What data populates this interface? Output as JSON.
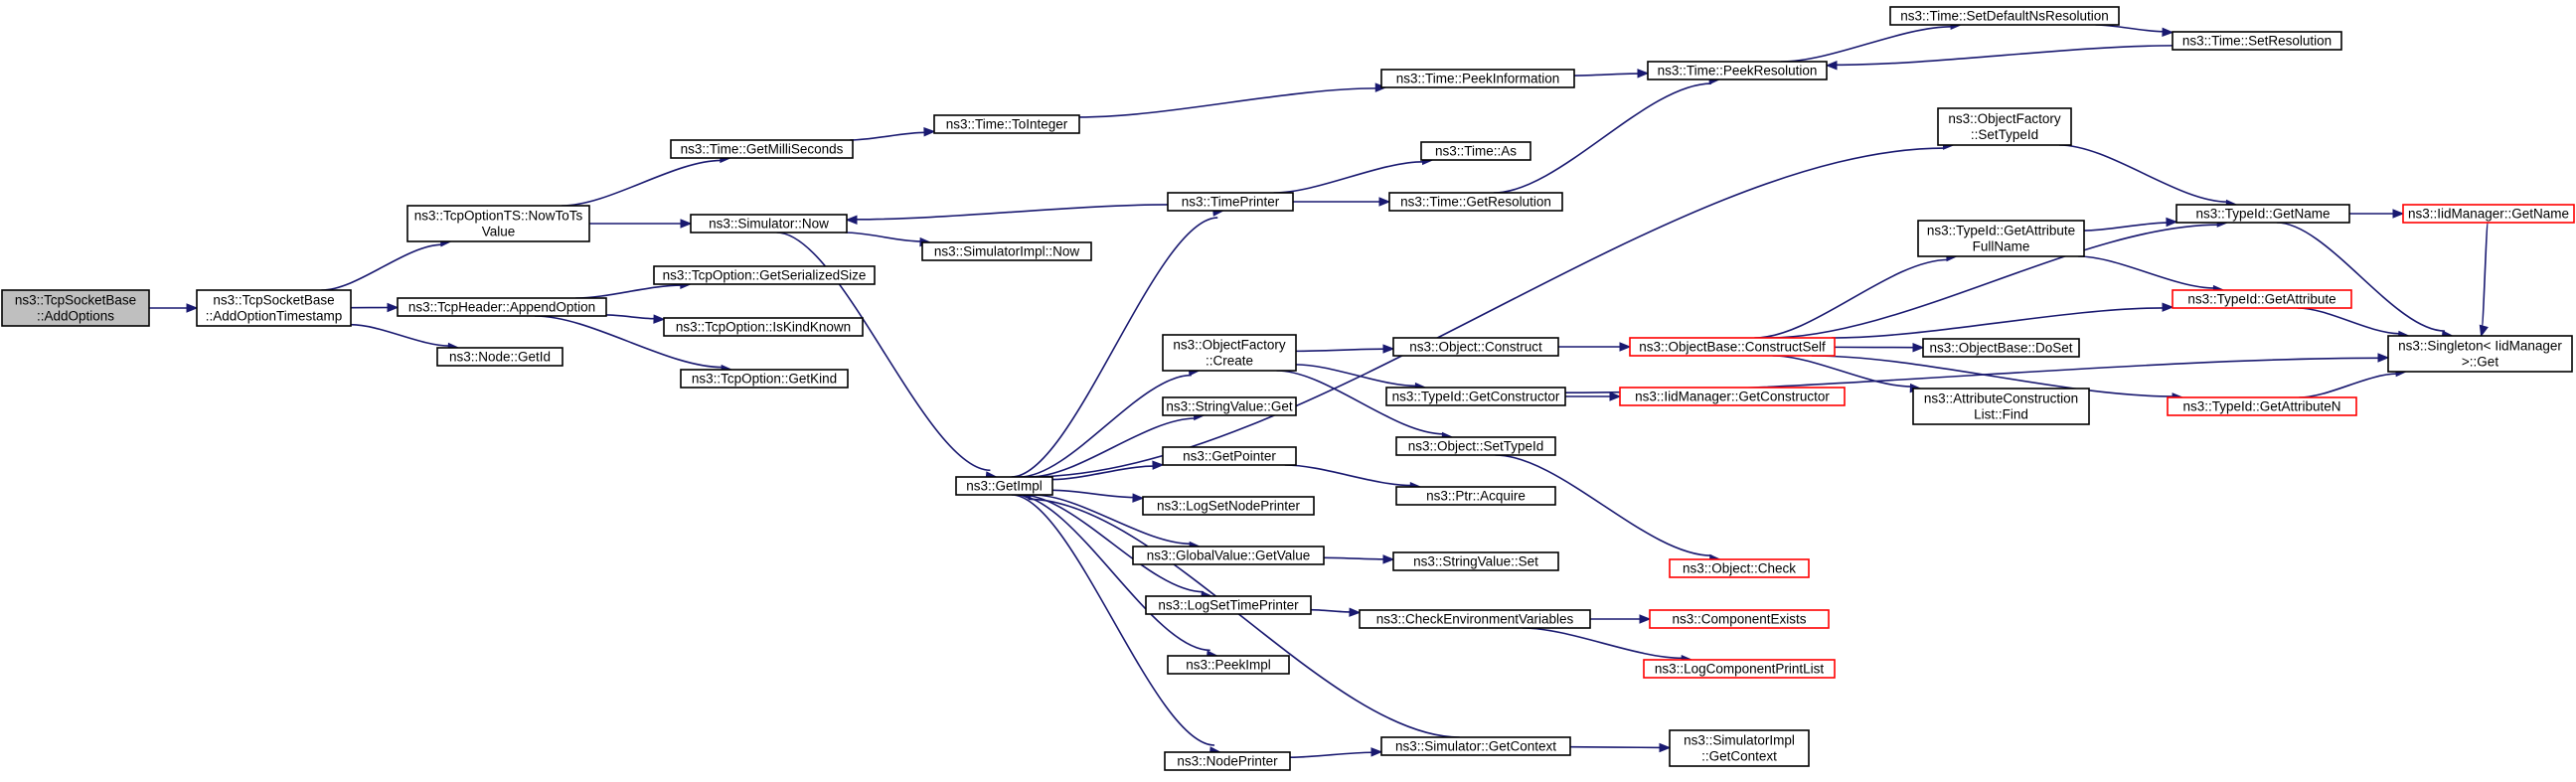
{
  "title": "",
  "nodes": {
    "root": {
      "lines": [
        "ns3::TcpSocketBase",
        "::AddOptions"
      ],
      "highlighted": true
    },
    "addOptTs": {
      "lines": [
        "ns3::TcpSocketBase",
        "::AddOptionTimestamp"
      ]
    },
    "nowToTs": {
      "lines": [
        "ns3::TcpOptionTS::NowToTs",
        "Value"
      ]
    },
    "appendOpt": {
      "lines": [
        "ns3::TcpHeader::AppendOption"
      ]
    },
    "nodeGetId": {
      "lines": [
        "ns3::Node::GetId"
      ]
    },
    "getMilli": {
      "lines": [
        "ns3::Time::GetMilliSeconds"
      ]
    },
    "simNow": {
      "lines": [
        "ns3::Simulator::Now"
      ]
    },
    "getSerSize": {
      "lines": [
        "ns3::TcpOption::GetSerializedSize"
      ]
    },
    "isKindKnown": {
      "lines": [
        "ns3::TcpOption::IsKindKnown"
      ]
    },
    "getKind": {
      "lines": [
        "ns3::TcpOption::GetKind"
      ]
    },
    "toInteger": {
      "lines": [
        "ns3::Time::ToInteger"
      ]
    },
    "simImplNow": {
      "lines": [
        "ns3::SimulatorImpl::Now"
      ]
    },
    "getImpl": {
      "lines": [
        "ns3::GetImpl"
      ]
    },
    "peekInfo": {
      "lines": [
        "ns3::Time::PeekInformation"
      ]
    },
    "peekRes": {
      "lines": [
        "ns3::Time::PeekResolution"
      ]
    },
    "setDefNs": {
      "lines": [
        "ns3::Time::SetDefaultNsResolution"
      ]
    },
    "setRes": {
      "lines": [
        "ns3::Time::SetResolution"
      ]
    },
    "timePrinter": {
      "lines": [
        "ns3::TimePrinter"
      ]
    },
    "timeAs": {
      "lines": [
        "ns3::Time::As"
      ]
    },
    "getRes": {
      "lines": [
        "ns3::Time::GetResolution"
      ]
    },
    "ofSetTypeId": {
      "lines": [
        "ns3::ObjectFactory",
        "::SetTypeId"
      ]
    },
    "ofCreate": {
      "lines": [
        "ns3::ObjectFactory",
        "::Create"
      ]
    },
    "strGet": {
      "lines": [
        "ns3::StringValue::Get"
      ]
    },
    "getPointer": {
      "lines": [
        "ns3::GetPointer"
      ]
    },
    "logSetNode": {
      "lines": [
        "ns3::LogSetNodePrinter"
      ]
    },
    "gvGetValue": {
      "lines": [
        "ns3::GlobalValue::GetValue"
      ]
    },
    "logSetTime": {
      "lines": [
        "ns3::LogSetTimePrinter"
      ]
    },
    "peekImpl": {
      "lines": [
        "ns3::PeekImpl"
      ]
    },
    "nodePrinter": {
      "lines": [
        "ns3::NodePrinter"
      ]
    },
    "objConstruct": {
      "lines": [
        "ns3::Object::Construct"
      ]
    },
    "tidGetCtor": {
      "lines": [
        "ns3::TypeId::GetConstructor"
      ]
    },
    "objSetTid": {
      "lines": [
        "ns3::Object::SetTypeId"
      ]
    },
    "ptrAcquire": {
      "lines": [
        "ns3::Ptr::Acquire"
      ]
    },
    "strSet": {
      "lines": [
        "ns3::StringValue::Set"
      ]
    },
    "checkEnv": {
      "lines": [
        "ns3::CheckEnvironmentVariables"
      ]
    },
    "simGetCtx": {
      "lines": [
        "ns3::Simulator::GetContext"
      ]
    },
    "constructSelf": {
      "lines": [
        "ns3::ObjectBase::ConstructSelf"
      ]
    },
    "iidGetCtor": {
      "lines": [
        "ns3::IidManager::GetConstructor"
      ]
    },
    "objCheck": {
      "lines": [
        "ns3::Object::Check"
      ]
    },
    "compExists": {
      "lines": [
        "ns3::ComponentExists"
      ]
    },
    "logCompList": {
      "lines": [
        "ns3::LogComponentPrintList"
      ]
    },
    "simImplGetCtx": {
      "lines": [
        "ns3::SimulatorImpl",
        "::GetContext"
      ]
    },
    "getAttrFull": {
      "lines": [
        "ns3::TypeId::GetAttribute",
        "FullName"
      ]
    },
    "doSet": {
      "lines": [
        "ns3::ObjectBase::DoSet"
      ]
    },
    "attrConsFind": {
      "lines": [
        "ns3::AttributeConstruction",
        "List::Find"
      ]
    },
    "tidGetName": {
      "lines": [
        "ns3::TypeId::GetName"
      ]
    },
    "tidGetAttr": {
      "lines": [
        "ns3::TypeId::GetAttribute"
      ]
    },
    "tidGetAttrN": {
      "lines": [
        "ns3::TypeId::GetAttributeN"
      ]
    },
    "iidGetName": {
      "lines": [
        "ns3::IidManager::GetName"
      ]
    },
    "singletonGet": {
      "lines": [
        "ns3::Singleton< IidManager",
        " >::Get"
      ]
    }
  },
  "colors": {
    "edge": "#191970",
    "root_fill": "#bfbfbf",
    "truncated_border": "#ff0000",
    "border": "#000000"
  }
}
